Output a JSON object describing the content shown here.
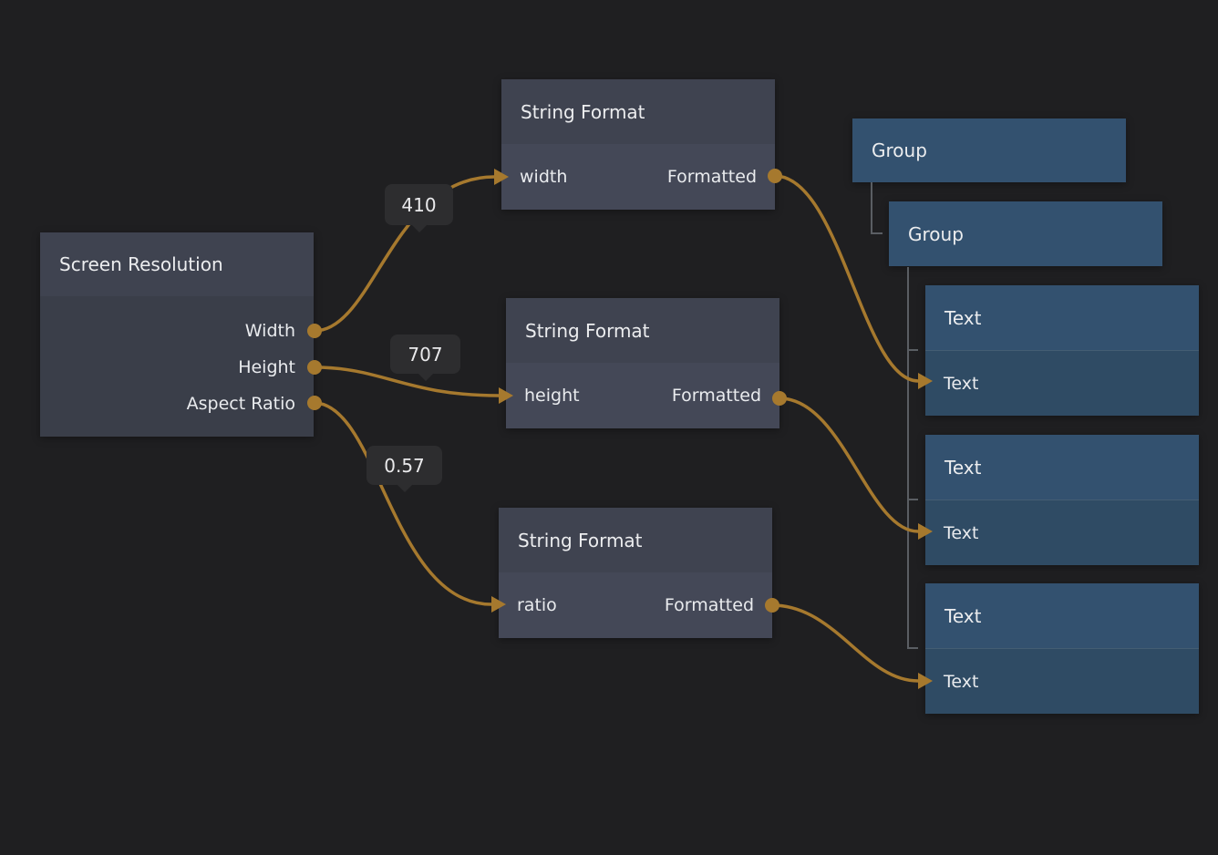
{
  "palette": {
    "background": "#1F1F21",
    "node_header": "#3F4350",
    "screen_resolution_body": "#3A3E49",
    "string_format_body": "#444857",
    "group_fill": "#33516F",
    "text_node_header": "#33516F",
    "text_node_body": "#2F4B64",
    "connection": "#A6792E",
    "hierarchy_line": "#5A5E63",
    "badge_background": "#2D2D2F",
    "label_color": "#ECEDEF"
  },
  "screen_resolution": {
    "title": "Screen Resolution",
    "outputs": [
      "Width",
      "Height",
      "Aspect Ratio"
    ]
  },
  "string_format_nodes": [
    {
      "title": "String Format",
      "input": "width",
      "output": "Formatted"
    },
    {
      "title": "String Format",
      "input": "height",
      "output": "Formatted"
    },
    {
      "title": "String Format",
      "input": "ratio",
      "output": "Formatted"
    }
  ],
  "group_nodes": [
    {
      "title": "Group"
    },
    {
      "title": "Group"
    }
  ],
  "text_nodes": [
    {
      "title": "Text",
      "input": "Text"
    },
    {
      "title": "Text",
      "input": "Text"
    },
    {
      "title": "Text",
      "input": "Text"
    }
  ],
  "connection_values": [
    "410",
    "707",
    "0.57"
  ]
}
